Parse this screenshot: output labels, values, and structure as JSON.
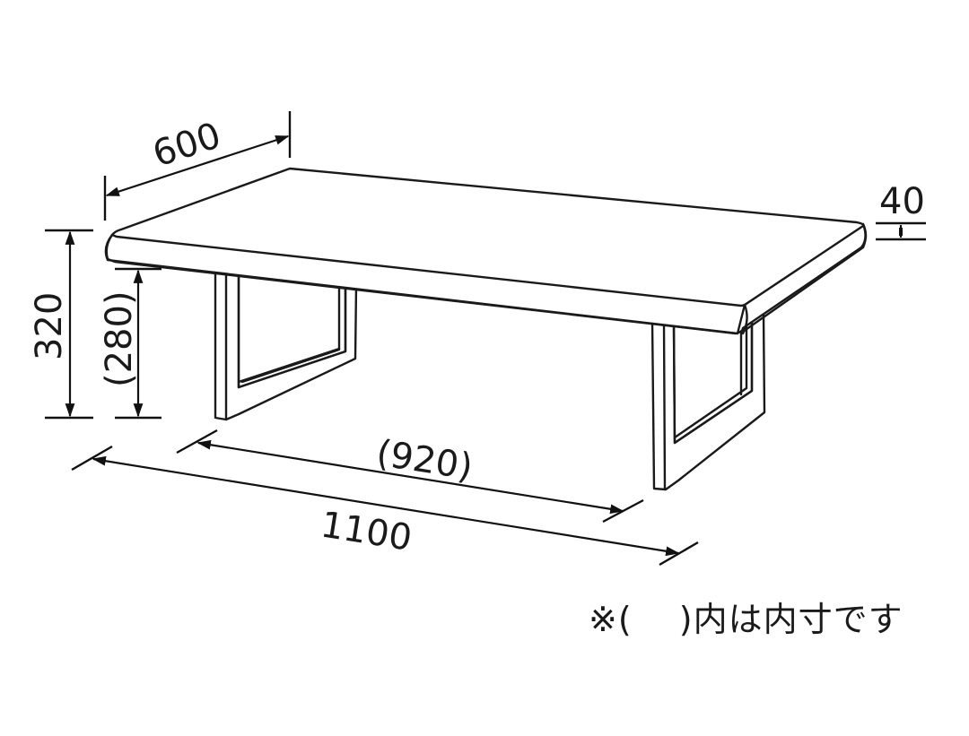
{
  "diagram": {
    "subject": "Low table with U-shaped legs, isometric view",
    "unit": "mm",
    "colors": {
      "line": "#1a1a1a",
      "background": "#ffffff"
    },
    "dimensions": {
      "depth": {
        "label": "600",
        "value": 600
      },
      "overall_height": {
        "label": "320",
        "value": 320
      },
      "clearance_height": {
        "label": "(280)",
        "value": 280,
        "inner": true
      },
      "top_thickness": {
        "label": "40",
        "value": 40
      },
      "inner_width": {
        "label": "(920)",
        "value": 920,
        "inner": true
      },
      "overall_width": {
        "label": "1100",
        "value": 1100
      }
    },
    "note": "※(　 )内は内寸です"
  }
}
